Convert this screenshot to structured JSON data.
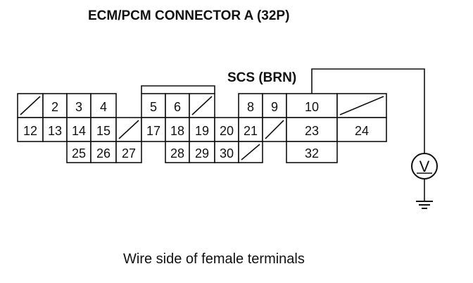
{
  "title": "ECM/PCM CONNECTOR A (32P)",
  "probe_label": "SCS (BRN)",
  "caption": "Wire side of female terminals",
  "meter_symbol": "V",
  "pins": {
    "row1": [
      "",
      "2",
      "3",
      "4",
      "5",
      "6",
      "",
      "8",
      "9",
      "10",
      ""
    ],
    "row2": [
      "12",
      "13",
      "14",
      "15",
      "",
      "17",
      "18",
      "19",
      "20",
      "21",
      "",
      "23",
      "24"
    ],
    "row3": [
      "25",
      "26",
      "27",
      "28",
      "29",
      "30",
      "",
      "32"
    ]
  },
  "probed_pin": "10"
}
